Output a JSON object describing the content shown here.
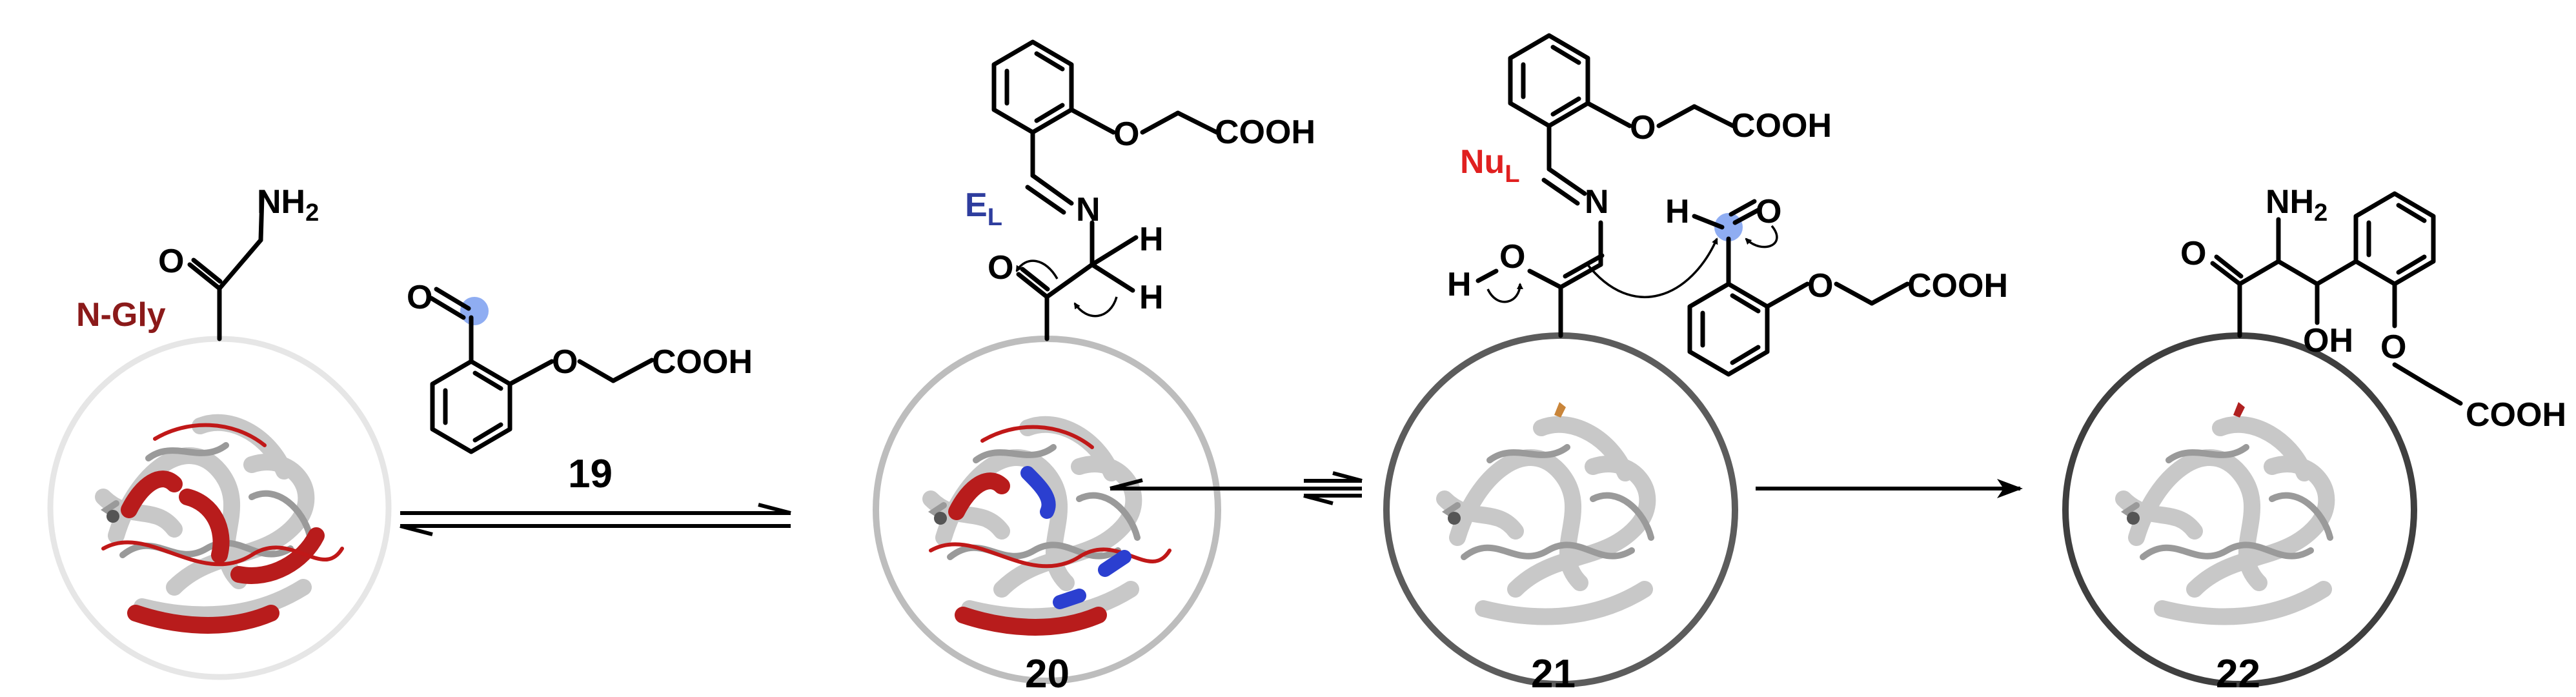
{
  "labels": {
    "n_gly": "N-Gly",
    "el_main": "E",
    "el_sub": "L",
    "nu_main": "Nu",
    "nu_sub": "L"
  },
  "compounds": {
    "c19": "19",
    "c20": "20",
    "c21": "21",
    "c22": "22"
  },
  "atoms": {
    "O": "O",
    "N": "N",
    "H": "H",
    "OH": "OH",
    "COOH": "COOH",
    "NH2_main": "NH",
    "NH2_sub": "2"
  },
  "colors": {
    "protein_1_ring": "#e6e6e6",
    "protein_2_ring": "#bdbdbd",
    "protein_3_ring": "#5c5c5c",
    "protein_4_ring": "#3f3f3f",
    "highlight_blue": "#7b9ff0",
    "red_label": "#e02020",
    "blue_label": "#2e3d9e",
    "brown_label": "#8b1a1a"
  },
  "icons": {
    "protein": "protein-ribbon-icon",
    "reagent_highlight": "reactive-carbon-highlight"
  }
}
